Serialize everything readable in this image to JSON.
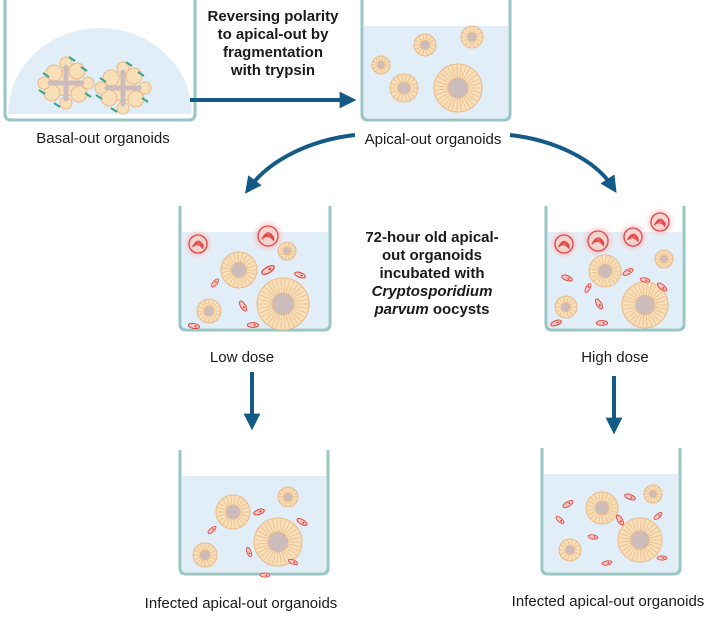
{
  "diagram": {
    "colors": {
      "arrow": "#135a86",
      "medium": "#e2eef7",
      "dish_wall": "#98c6c4",
      "organoid_fill": "#f8dfb8",
      "organoid_stroke": "#e9b98a",
      "organoid_core": "#cdbcbc",
      "parasite": "#e14545",
      "glow": "#ff8080"
    },
    "steps": {
      "reverse_label_lines": [
        "Reversing polarity",
        "to apical-out by",
        "fragmentation",
        "with trypsin"
      ],
      "incubation_line1": "72-hour old apical-",
      "incubation_line2": "out organoids",
      "incubation_line3": "incubated with",
      "incubation_species_genus": "Cryptosporidium",
      "incubation_species_name": "parvum",
      "incubation_tail": " oocysts"
    },
    "labels": {
      "basal_out": "Basal-out organoids",
      "apical_out": "Apical-out organoids",
      "low_dose": "Low dose",
      "high_dose": "High dose",
      "infected_left": "Infected apical-out organoids",
      "infected_right": "Infected apical-out organoids"
    }
  }
}
